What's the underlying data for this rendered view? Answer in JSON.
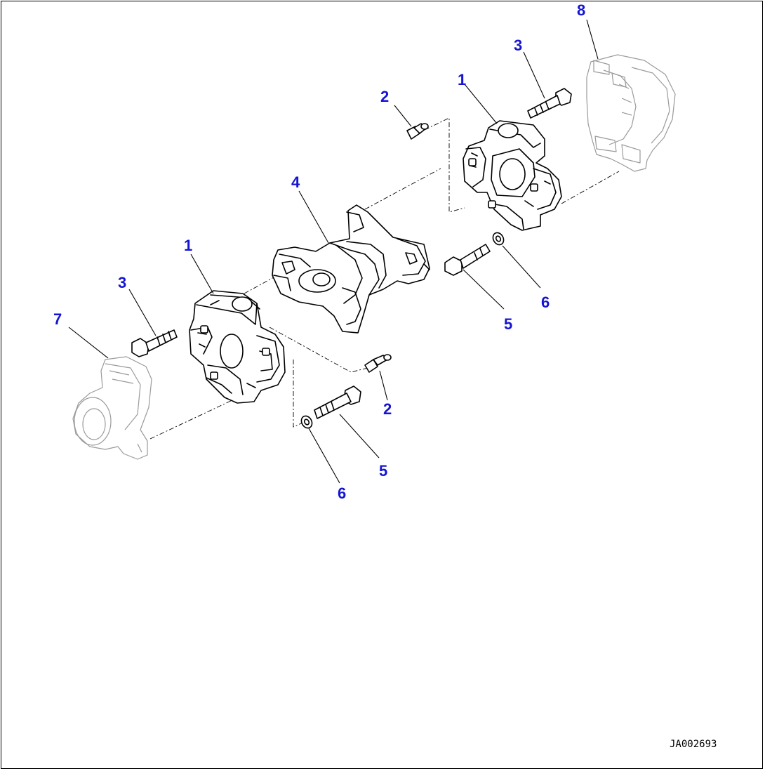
{
  "callouts": {
    "c1a": "1",
    "c1b": "1",
    "c2a": "2",
    "c2b": "2",
    "c3a": "3",
    "c3b": "3",
    "c4": "4",
    "c5a": "5",
    "c5b": "5",
    "c6a": "6",
    "c6b": "6",
    "c7": "7",
    "c8": "8"
  },
  "drawing_code": "JA002693",
  "colors": {
    "callout": "#1414d2",
    "line": "#000000",
    "ghost": "#9a9a9a"
  }
}
